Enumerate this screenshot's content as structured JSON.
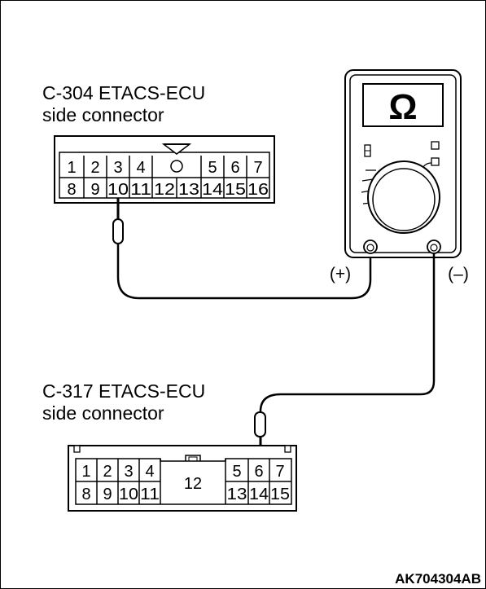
{
  "connectors": [
    {
      "id": "c304",
      "label_line1": "C-304 ETACS-ECU",
      "label_line2": "side connector",
      "top_pins": [
        "1",
        "2",
        "3",
        "4",
        "5",
        "6",
        "7"
      ],
      "bottom_pins": [
        "8",
        "9",
        "10",
        "11",
        "12",
        "13",
        "14",
        "15",
        "16"
      ],
      "probe_pin": "10"
    },
    {
      "id": "c317",
      "label_line1": "C-317 ETACS-ECU",
      "label_line2": "side connector",
      "top_pins": [
        "1",
        "2",
        "3",
        "4",
        "5",
        "6",
        "7"
      ],
      "bottom_pins": [
        "8",
        "9",
        "10",
        "11",
        "13",
        "14",
        "15"
      ],
      "center_pin": "12",
      "probe_pin": "6"
    }
  ],
  "meter": {
    "mode_symbol": "Ω",
    "positive_label": "(+)",
    "negative_label": "(–)"
  },
  "reference_code": "AK704304AB"
}
